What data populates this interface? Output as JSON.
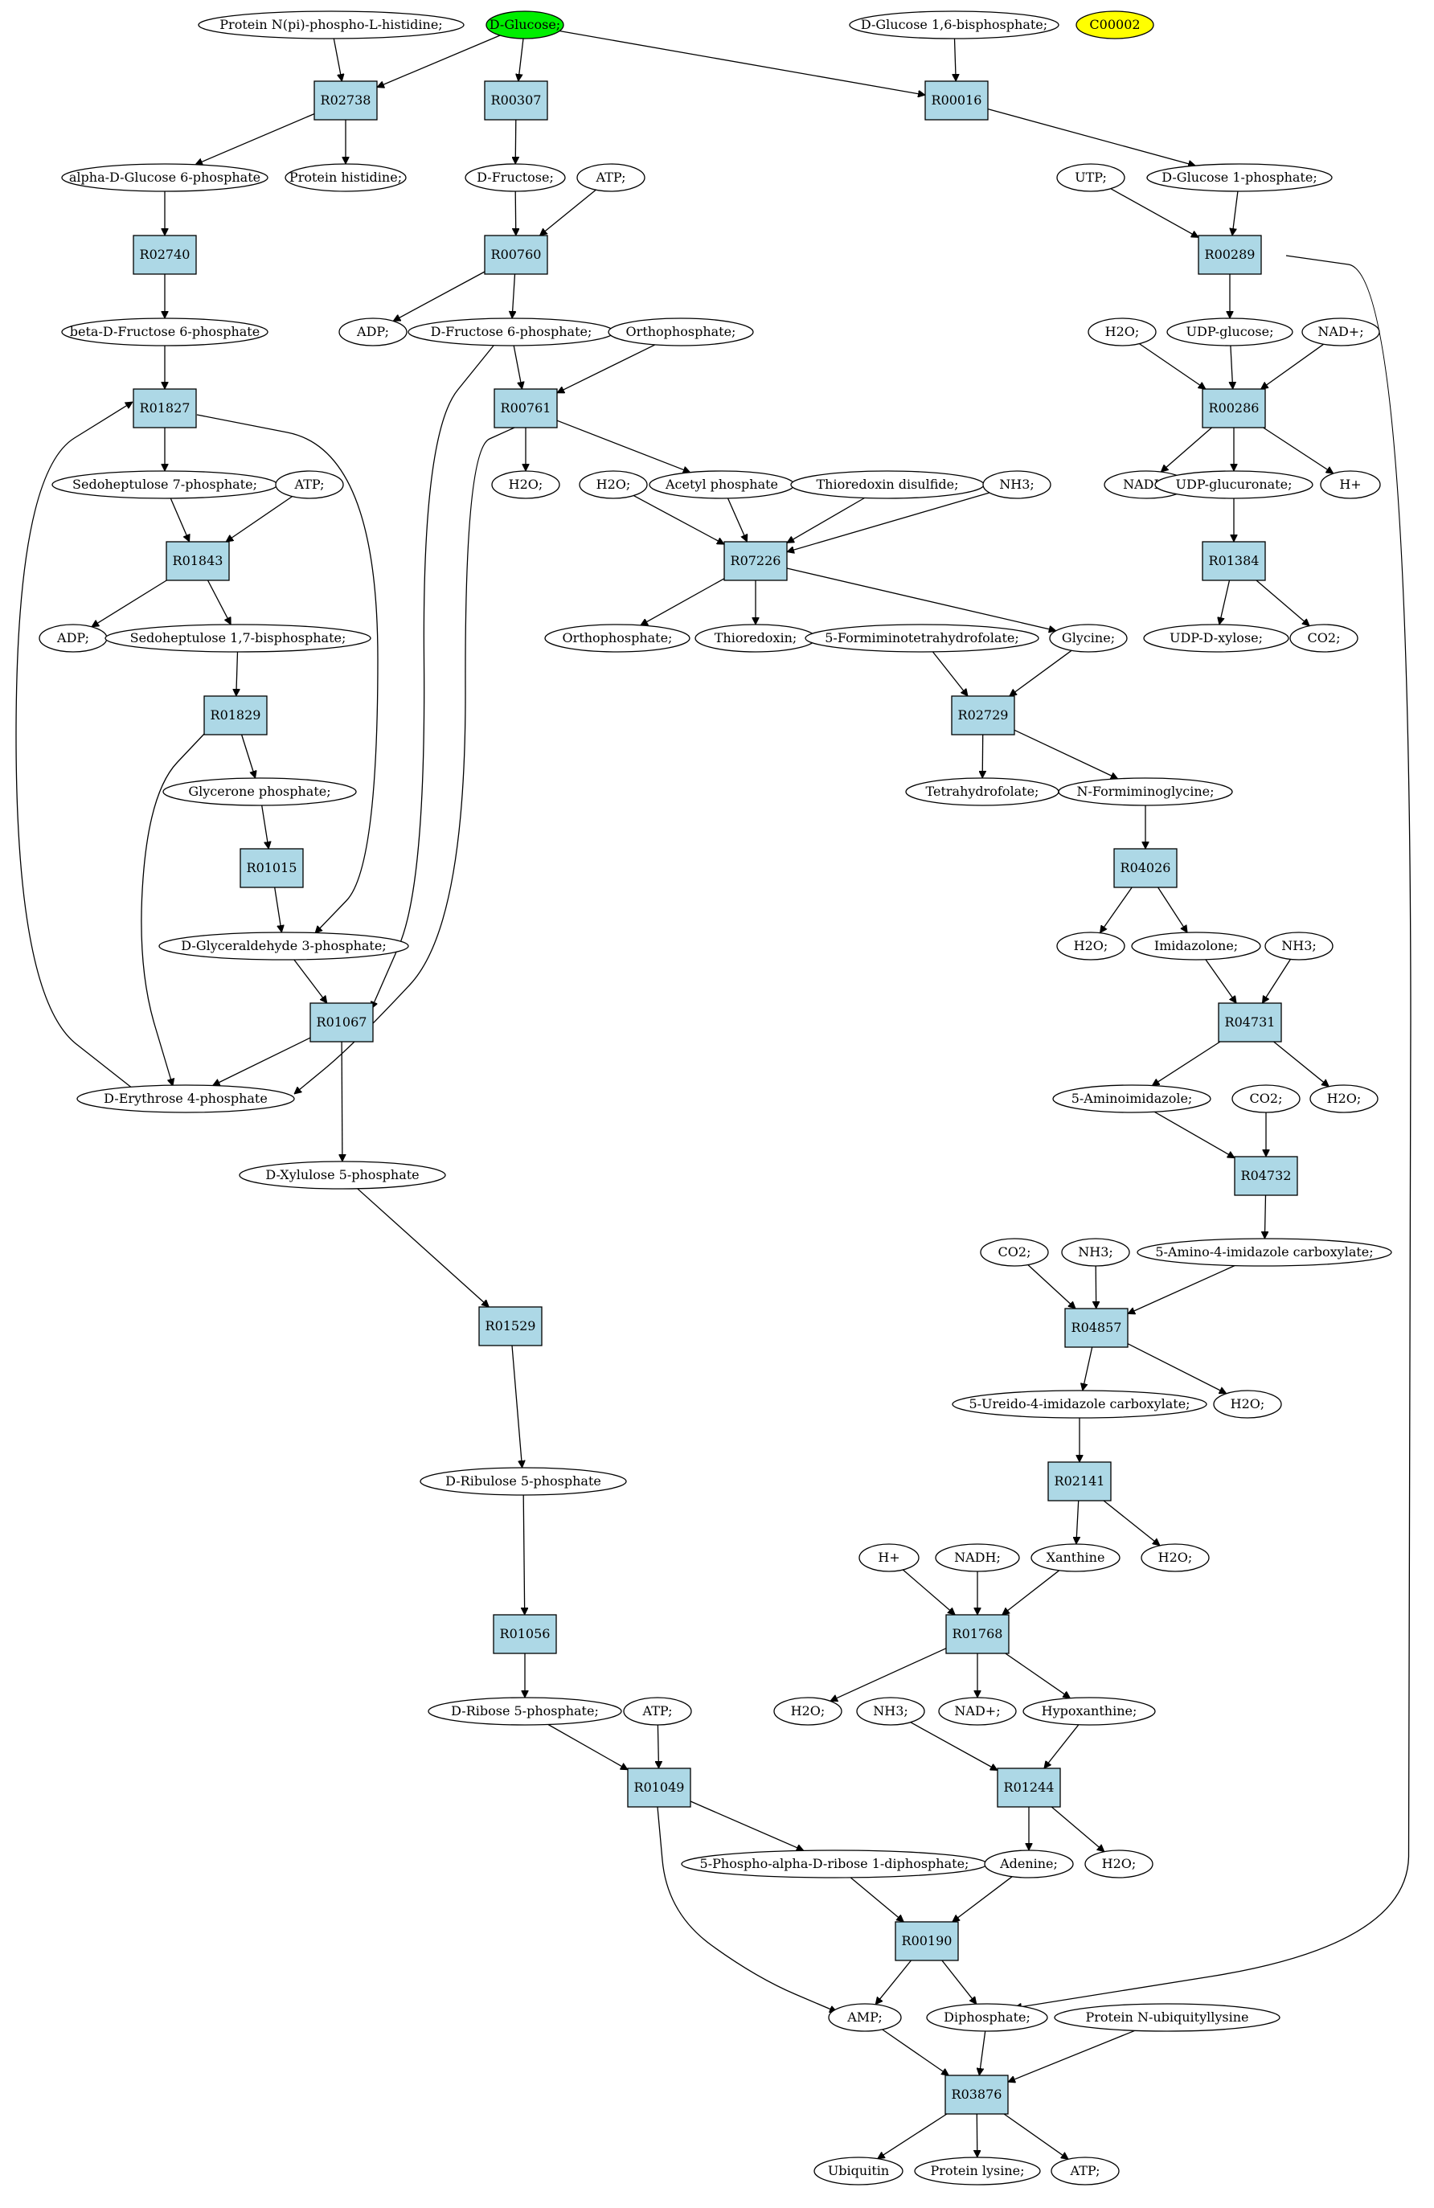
{
  "colors": {
    "reaction_fill": "#add8e6",
    "compound_fill": "#ffffff",
    "source_compound_fill": "#00ee00",
    "highlight_compound_fill": "#ffff00",
    "edge": "#000000"
  },
  "nodes": [
    {
      "id": "C00267",
      "label": "D-Glucose;",
      "kind": "compound",
      "fill": "source_compound_fill"
    },
    {
      "id": "C00002",
      "label": "C00002",
      "kind": "compound",
      "fill": "highlight_compound_fill"
    },
    {
      "id": "prot_ph",
      "label": "Protein N(pi)-phospho-L-histidine;",
      "kind": "compound"
    },
    {
      "id": "g16bp",
      "label": "D-Glucose 1,6-bisphosphate;",
      "kind": "compound"
    },
    {
      "id": "R02738",
      "label": "R02738",
      "kind": "reaction"
    },
    {
      "id": "R00307",
      "label": "R00307",
      "kind": "reaction"
    },
    {
      "id": "R00016",
      "label": "R00016",
      "kind": "reaction"
    },
    {
      "id": "ag6p",
      "label": "alpha-D-Glucose 6-phosphate",
      "kind": "compound"
    },
    {
      "id": "prot_his",
      "label": "Protein histidine;",
      "kind": "compound"
    },
    {
      "id": "fru",
      "label": "D-Fructose;",
      "kind": "compound"
    },
    {
      "id": "atp1",
      "label": "ATP;",
      "kind": "compound"
    },
    {
      "id": "utp",
      "label": "UTP;",
      "kind": "compound"
    },
    {
      "id": "g1p",
      "label": "D-Glucose 1-phosphate;",
      "kind": "compound"
    },
    {
      "id": "R02740",
      "label": "R02740",
      "kind": "reaction"
    },
    {
      "id": "R00760",
      "label": "R00760",
      "kind": "reaction"
    },
    {
      "id": "R00289",
      "label": "R00289",
      "kind": "reaction"
    },
    {
      "id": "bf6p",
      "label": "beta-D-Fructose 6-phosphate",
      "kind": "compound"
    },
    {
      "id": "adp1",
      "label": "ADP;",
      "kind": "compound"
    },
    {
      "id": "f6p",
      "label": "D-Fructose 6-phosphate;",
      "kind": "compound"
    },
    {
      "id": "pi1",
      "label": "Orthophosphate;",
      "kind": "compound"
    },
    {
      "id": "h2o1",
      "label": "H2O;",
      "kind": "compound"
    },
    {
      "id": "udpg",
      "label": "UDP-glucose;",
      "kind": "compound"
    },
    {
      "id": "nadp1",
      "label": "NAD+;",
      "kind": "compound"
    },
    {
      "id": "R01827",
      "label": "R01827",
      "kind": "reaction"
    },
    {
      "id": "R00761",
      "label": "R00761",
      "kind": "reaction"
    },
    {
      "id": "R00286",
      "label": "R00286",
      "kind": "reaction"
    },
    {
      "id": "s7p",
      "label": "Sedoheptulose 7-phosphate;",
      "kind": "compound"
    },
    {
      "id": "atp2",
      "label": "ATP;",
      "kind": "compound"
    },
    {
      "id": "h2o2",
      "label": "H2O;",
      "kind": "compound"
    },
    {
      "id": "h2o3",
      "label": "H2O;",
      "kind": "compound"
    },
    {
      "id": "acp",
      "label": "Acetyl phosphate",
      "kind": "compound"
    },
    {
      "id": "trxss",
      "label": "Thioredoxin disulfide;",
      "kind": "compound"
    },
    {
      "id": "nh3a",
      "label": "NH3;",
      "kind": "compound"
    },
    {
      "id": "nadh1",
      "label": "NADH;",
      "kind": "compound"
    },
    {
      "id": "udpgl",
      "label": "UDP-glucuronate;",
      "kind": "compound"
    },
    {
      "id": "hplus1",
      "label": "H+",
      "kind": "compound"
    },
    {
      "id": "R01843",
      "label": "R01843",
      "kind": "reaction"
    },
    {
      "id": "R07226",
      "label": "R07226",
      "kind": "reaction"
    },
    {
      "id": "R01384",
      "label": "R01384",
      "kind": "reaction"
    },
    {
      "id": "adp2",
      "label": "ADP;",
      "kind": "compound"
    },
    {
      "id": "s17bp",
      "label": "Sedoheptulose 1,7-bisphosphate;",
      "kind": "compound"
    },
    {
      "id": "pi2",
      "label": "Orthophosphate;",
      "kind": "compound"
    },
    {
      "id": "trx",
      "label": "Thioredoxin;",
      "kind": "compound"
    },
    {
      "id": "fthf",
      "label": "5-Formiminotetrahydrofolate;",
      "kind": "compound"
    },
    {
      "id": "gly",
      "label": "Glycine;",
      "kind": "compound"
    },
    {
      "id": "udpx",
      "label": "UDP-D-xylose;",
      "kind": "compound"
    },
    {
      "id": "co2a",
      "label": "CO2;",
      "kind": "compound"
    },
    {
      "id": "R01829",
      "label": "R01829",
      "kind": "reaction"
    },
    {
      "id": "R02729",
      "label": "R02729",
      "kind": "reaction"
    },
    {
      "id": "dhap",
      "label": "Glycerone phosphate;",
      "kind": "compound"
    },
    {
      "id": "thf",
      "label": "Tetrahydrofolate;",
      "kind": "compound"
    },
    {
      "id": "nfg",
      "label": "N-Formiminoglycine;",
      "kind": "compound"
    },
    {
      "id": "R01015",
      "label": "R01015",
      "kind": "reaction"
    },
    {
      "id": "R04026",
      "label": "R04026",
      "kind": "reaction"
    },
    {
      "id": "g3p",
      "label": "D-Glyceraldehyde 3-phosphate;",
      "kind": "compound"
    },
    {
      "id": "h2o4",
      "label": "H2O;",
      "kind": "compound"
    },
    {
      "id": "imz",
      "label": "Imidazolone;",
      "kind": "compound"
    },
    {
      "id": "nh3b",
      "label": "NH3;",
      "kind": "compound"
    },
    {
      "id": "R01067",
      "label": "R01067",
      "kind": "reaction"
    },
    {
      "id": "R04731",
      "label": "R04731",
      "kind": "reaction"
    },
    {
      "id": "e4p",
      "label": "D-Erythrose 4-phosphate",
      "kind": "compound"
    },
    {
      "id": "aiz",
      "label": "5-Aminoimidazole;",
      "kind": "compound"
    },
    {
      "id": "co2b",
      "label": "CO2;",
      "kind": "compound"
    },
    {
      "id": "h2o5",
      "label": "H2O;",
      "kind": "compound"
    },
    {
      "id": "R04732",
      "label": "R04732",
      "kind": "reaction"
    },
    {
      "id": "x5p",
      "label": "D-Xylulose 5-phosphate",
      "kind": "compound"
    },
    {
      "id": "aic",
      "label": "5-Amino-4-imidazole carboxylate;",
      "kind": "compound"
    },
    {
      "id": "co2c",
      "label": "CO2;",
      "kind": "compound"
    },
    {
      "id": "nh3c",
      "label": "NH3;",
      "kind": "compound"
    },
    {
      "id": "R01529",
      "label": "R01529",
      "kind": "reaction"
    },
    {
      "id": "R04857",
      "label": "R04857",
      "kind": "reaction"
    },
    {
      "id": "uic",
      "label": "5-Ureido-4-imidazole carboxylate;",
      "kind": "compound"
    },
    {
      "id": "h2o6",
      "label": "H2O;",
      "kind": "compound"
    },
    {
      "id": "ru5p",
      "label": "D-Ribulose 5-phosphate",
      "kind": "compound"
    },
    {
      "id": "R02141",
      "label": "R02141",
      "kind": "reaction"
    },
    {
      "id": "hplus2",
      "label": "H+",
      "kind": "compound"
    },
    {
      "id": "nadh2",
      "label": "NADH;",
      "kind": "compound"
    },
    {
      "id": "xan",
      "label": "Xanthine",
      "kind": "compound"
    },
    {
      "id": "h2o7",
      "label": "H2O;",
      "kind": "compound"
    },
    {
      "id": "R01056",
      "label": "R01056",
      "kind": "reaction"
    },
    {
      "id": "R01768",
      "label": "R01768",
      "kind": "reaction"
    },
    {
      "id": "r5p",
      "label": "D-Ribose 5-phosphate;",
      "kind": "compound"
    },
    {
      "id": "atp3",
      "label": "ATP;",
      "kind": "compound"
    },
    {
      "id": "h2o8",
      "label": "H2O;",
      "kind": "compound"
    },
    {
      "id": "nh3d",
      "label": "NH3;",
      "kind": "compound"
    },
    {
      "id": "nadp2",
      "label": "NAD+;",
      "kind": "compound"
    },
    {
      "id": "hyp",
      "label": "Hypoxanthine;",
      "kind": "compound"
    },
    {
      "id": "R01049",
      "label": "R01049",
      "kind": "reaction"
    },
    {
      "id": "R01244",
      "label": "R01244",
      "kind": "reaction"
    },
    {
      "id": "prpp",
      "label": "5-Phospho-alpha-D-ribose 1-diphosphate;",
      "kind": "compound"
    },
    {
      "id": "ade",
      "label": "Adenine;",
      "kind": "compound"
    },
    {
      "id": "h2o9",
      "label": "H2O;",
      "kind": "compound"
    },
    {
      "id": "R00190",
      "label": "R00190",
      "kind": "reaction"
    },
    {
      "id": "amp",
      "label": "AMP;",
      "kind": "compound"
    },
    {
      "id": "ppi",
      "label": "Diphosphate;",
      "kind": "compound"
    },
    {
      "id": "pnul",
      "label": "Protein N-ubiquityllysine",
      "kind": "compound"
    },
    {
      "id": "R03876",
      "label": "R03876",
      "kind": "reaction"
    },
    {
      "id": "ubq",
      "label": "Ubiquitin",
      "kind": "compound"
    },
    {
      "id": "plys",
      "label": "Protein lysine;",
      "kind": "compound"
    },
    {
      "id": "atp4",
      "label": "ATP;",
      "kind": "compound"
    }
  ],
  "edges": [
    [
      "prot_ph",
      "R02738"
    ],
    [
      "C00267",
      "R02738"
    ],
    [
      "C00267",
      "R00307"
    ],
    [
      "C00267",
      "R00016"
    ],
    [
      "g16bp",
      "R00016"
    ],
    [
      "R02738",
      "ag6p"
    ],
    [
      "R02738",
      "prot_his"
    ],
    [
      "R00307",
      "fru"
    ],
    [
      "R00016",
      "g1p"
    ],
    [
      "ag6p",
      "R02740"
    ],
    [
      "fru",
      "R00760"
    ],
    [
      "atp1",
      "R00760"
    ],
    [
      "utp",
      "R00289"
    ],
    [
      "g1p",
      "R00289"
    ],
    [
      "R02740",
      "bf6p"
    ],
    [
      "R00760",
      "adp1"
    ],
    [
      "R00760",
      "f6p"
    ],
    [
      "R00289",
      "udpg"
    ],
    [
      "R00289",
      "ppi"
    ],
    [
      "bf6p",
      "R01827"
    ],
    [
      "f6p",
      "R00761"
    ],
    [
      "f6p",
      "R01067"
    ],
    [
      "pi1",
      "R00761"
    ],
    [
      "h2o1",
      "R00286"
    ],
    [
      "udpg",
      "R00286"
    ],
    [
      "nadp1",
      "R00286"
    ],
    [
      "R01827",
      "s7p"
    ],
    [
      "R01827",
      "g3p"
    ],
    [
      "R00761",
      "h2o2"
    ],
    [
      "R00761",
      "acp"
    ],
    [
      "R00761",
      "e4p"
    ],
    [
      "R00286",
      "nadh1"
    ],
    [
      "R00286",
      "udpgl"
    ],
    [
      "R00286",
      "hplus1"
    ],
    [
      "s7p",
      "R01843"
    ],
    [
      "atp2",
      "R01843"
    ],
    [
      "h2o3",
      "R07226"
    ],
    [
      "acp",
      "R07226"
    ],
    [
      "trxss",
      "R07226"
    ],
    [
      "nh3a",
      "R07226"
    ],
    [
      "udpgl",
      "R01384"
    ],
    [
      "R01843",
      "adp2"
    ],
    [
      "R01843",
      "s17bp"
    ],
    [
      "R07226",
      "pi2"
    ],
    [
      "R07226",
      "trx"
    ],
    [
      "R07226",
      "gly"
    ],
    [
      "R01384",
      "udpx"
    ],
    [
      "R01384",
      "co2a"
    ],
    [
      "s17bp",
      "R01829"
    ],
    [
      "fthf",
      "R02729"
    ],
    [
      "gly",
      "R02729"
    ],
    [
      "R01829",
      "dhap"
    ],
    [
      "R01829",
      "e4p"
    ],
    [
      "R02729",
      "thf"
    ],
    [
      "R02729",
      "nfg"
    ],
    [
      "dhap",
      "R01015"
    ],
    [
      "nfg",
      "R04026"
    ],
    [
      "R01015",
      "g3p"
    ],
    [
      "R04026",
      "h2o4"
    ],
    [
      "R04026",
      "imz"
    ],
    [
      "g3p",
      "R01067"
    ],
    [
      "imz",
      "R04731"
    ],
    [
      "nh3b",
      "R04731"
    ],
    [
      "R01067",
      "e4p"
    ],
    [
      "R01067",
      "x5p"
    ],
    [
      "e4p",
      "R01827"
    ],
    [
      "R04731",
      "aiz"
    ],
    [
      "R04731",
      "h2o5"
    ],
    [
      "aiz",
      "R04732"
    ],
    [
      "co2b",
      "R04732"
    ],
    [
      "R04732",
      "aic"
    ],
    [
      "x5p",
      "R01529"
    ],
    [
      "co2c",
      "R04857"
    ],
    [
      "nh3c",
      "R04857"
    ],
    [
      "aic",
      "R04857"
    ],
    [
      "R04857",
      "uic"
    ],
    [
      "R04857",
      "h2o6"
    ],
    [
      "R01529",
      "ru5p"
    ],
    [
      "uic",
      "R02141"
    ],
    [
      "ru5p",
      "R01056"
    ],
    [
      "R02141",
      "xan"
    ],
    [
      "R02141",
      "h2o7"
    ],
    [
      "hplus2",
      "R01768"
    ],
    [
      "nadh2",
      "R01768"
    ],
    [
      "xan",
      "R01768"
    ],
    [
      "R01056",
      "r5p"
    ],
    [
      "R01768",
      "h2o8"
    ],
    [
      "R01768",
      "nadp2"
    ],
    [
      "R01768",
      "hyp"
    ],
    [
      "r5p",
      "R01049"
    ],
    [
      "atp3",
      "R01049"
    ],
    [
      "nh3d",
      "R01244"
    ],
    [
      "hyp",
      "R01244"
    ],
    [
      "R01049",
      "prpp"
    ],
    [
      "R01049",
      "amp"
    ],
    [
      "R01244",
      "ade"
    ],
    [
      "R01244",
      "h2o9"
    ],
    [
      "prpp",
      "R00190"
    ],
    [
      "ade",
      "R00190"
    ],
    [
      "R00190",
      "amp"
    ],
    [
      "R00190",
      "ppi"
    ],
    [
      "amp",
      "R03876"
    ],
    [
      "ppi",
      "R03876"
    ],
    [
      "pnul",
      "R03876"
    ],
    [
      "R03876",
      "ubq"
    ],
    [
      "R03876",
      "plys"
    ],
    [
      "R03876",
      "atp4"
    ]
  ]
}
